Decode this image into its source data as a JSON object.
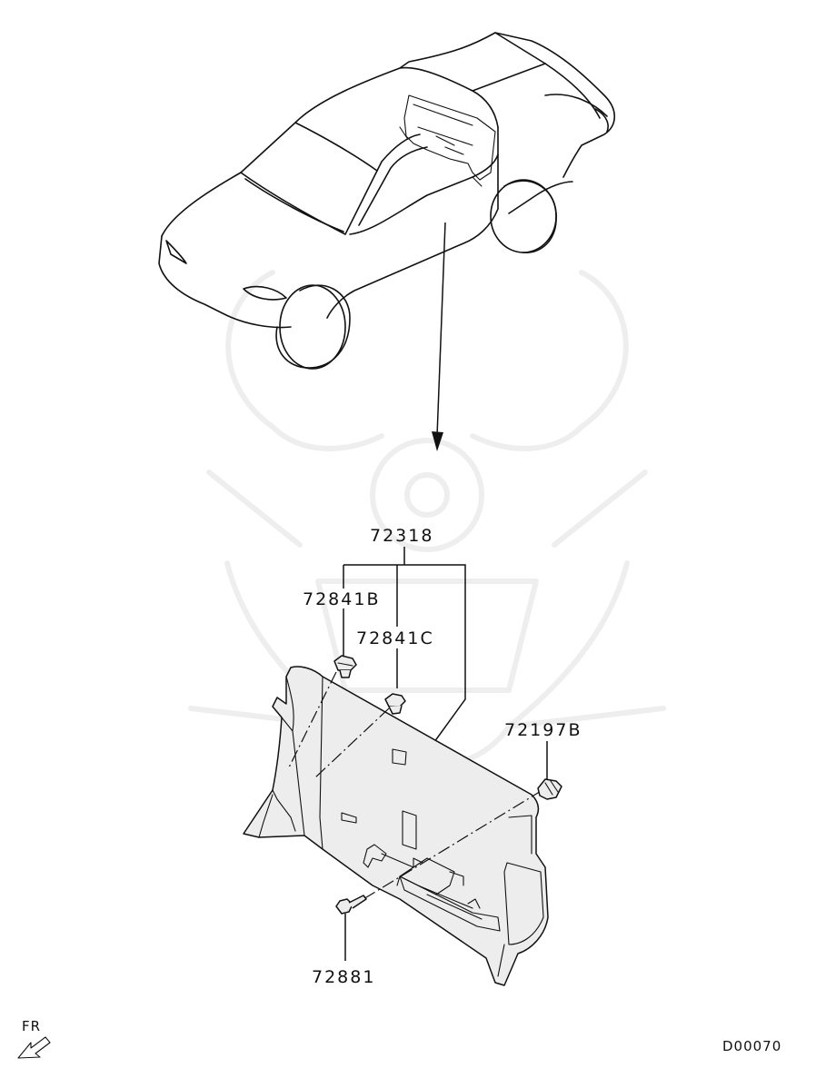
{
  "diagram": {
    "part_labels": {
      "p72318": "72318",
      "p72841B": "72841B",
      "p72841C": "72841C",
      "p72197B": "72197B",
      "p72881": "72881"
    },
    "direction_label": "FR",
    "diagram_code": "D00070"
  },
  "icons": {
    "direction": "front-direction-arrow-icon",
    "watermark": "samurai-helmet-watermark"
  },
  "colors": {
    "line": "#111111",
    "background": "#ffffff",
    "watermark": "#eeeeee"
  }
}
